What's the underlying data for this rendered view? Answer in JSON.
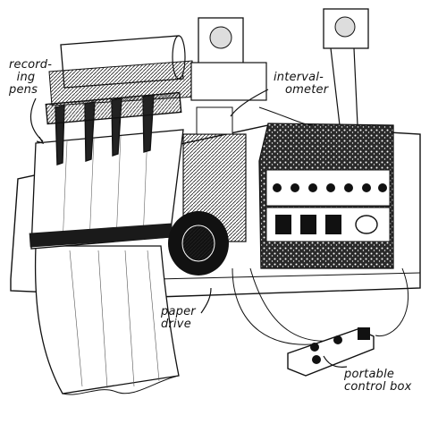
{
  "labels": {
    "recording_pens": "record-\n  ing\npens",
    "intervalometer": "interval-\n   ometer",
    "paper_drive": "paper\ndrive",
    "portable_control_box": "portable\ncontrol box"
  }
}
